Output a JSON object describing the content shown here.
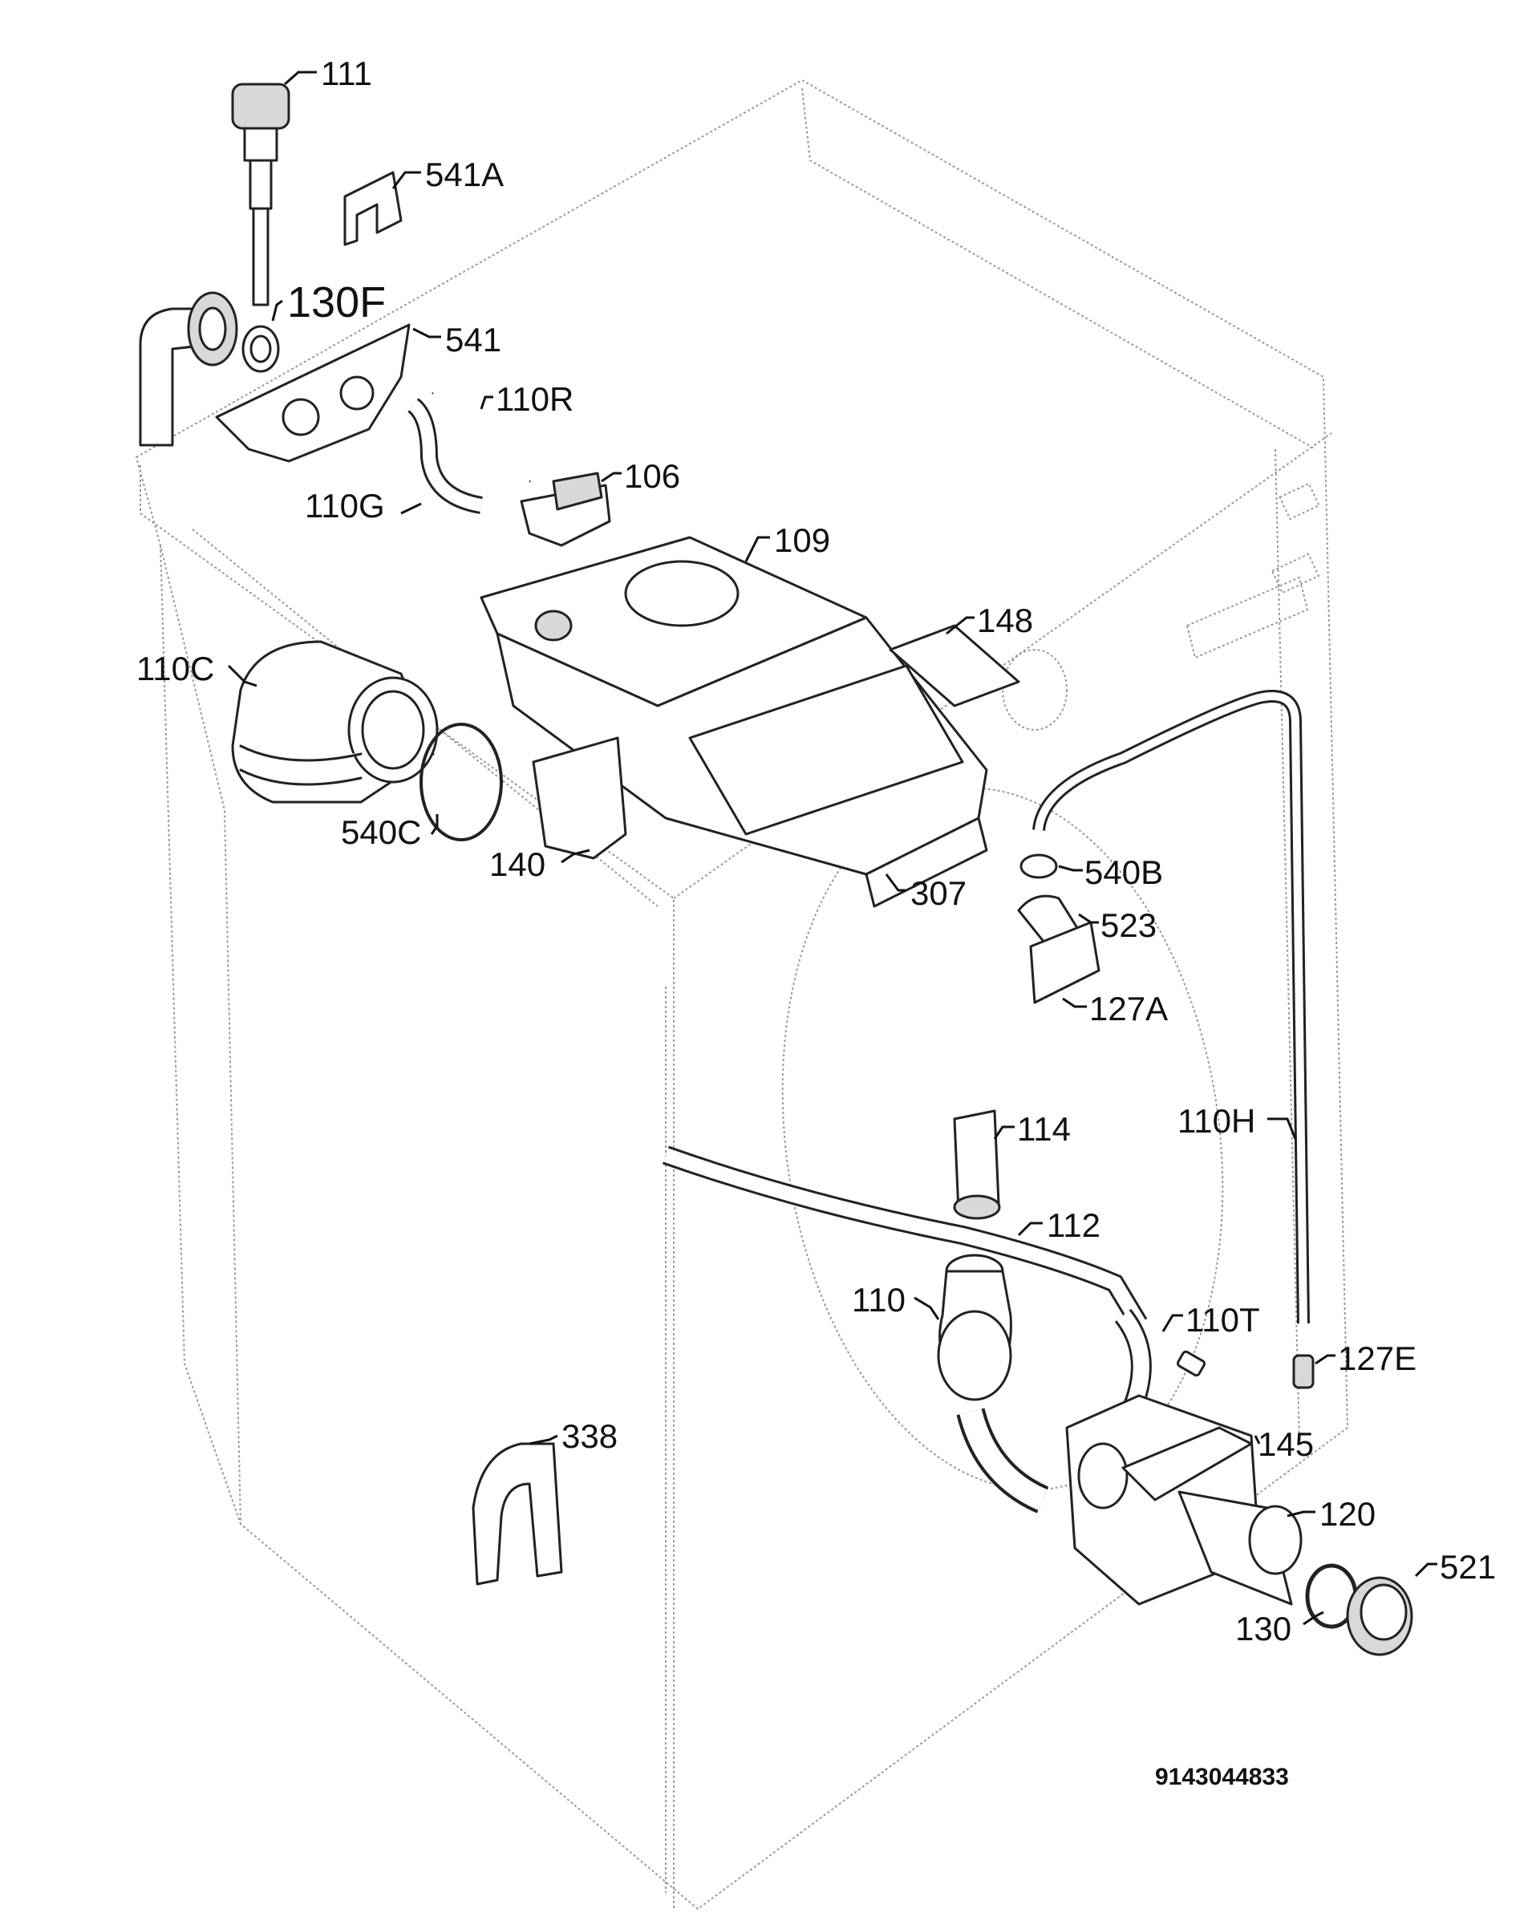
{
  "callouts": [
    {
      "id": "111",
      "text": "111"
    },
    {
      "id": "541A",
      "text": "541A"
    },
    {
      "id": "130F",
      "text": "130F"
    },
    {
      "id": "541",
      "text": "541"
    },
    {
      "id": "110R",
      "text": "110R"
    },
    {
      "id": "106",
      "text": "106"
    },
    {
      "id": "110G",
      "text": "110G"
    },
    {
      "id": "109",
      "text": "109"
    },
    {
      "id": "148",
      "text": "148"
    },
    {
      "id": "110C",
      "text": "110C"
    },
    {
      "id": "540C",
      "text": "540C"
    },
    {
      "id": "140",
      "text": "140"
    },
    {
      "id": "307",
      "text": "307"
    },
    {
      "id": "540B",
      "text": "540B"
    },
    {
      "id": "523",
      "text": "523"
    },
    {
      "id": "127A",
      "text": "127A"
    },
    {
      "id": "114",
      "text": "114"
    },
    {
      "id": "110H",
      "text": "110H"
    },
    {
      "id": "112",
      "text": "112"
    },
    {
      "id": "110",
      "text": "110"
    },
    {
      "id": "110T",
      "text": "110T"
    },
    {
      "id": "127E",
      "text": "127E"
    },
    {
      "id": "338",
      "text": "338"
    },
    {
      "id": "145",
      "text": "145"
    },
    {
      "id": "120",
      "text": "120"
    },
    {
      "id": "521",
      "text": "521"
    },
    {
      "id": "130",
      "text": "130"
    }
  ],
  "reference_number": "9143044833"
}
